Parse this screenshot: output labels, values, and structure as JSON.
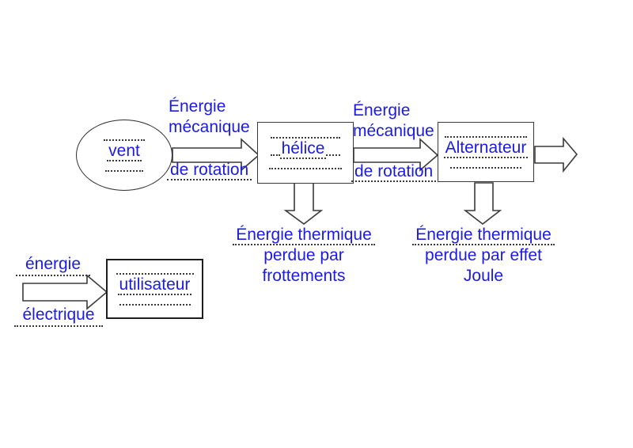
{
  "diagram_title": "energy-chain-wind-turbine",
  "colors": {
    "text_blue": "#1b1be4",
    "line_dark": "#3a3a3a"
  },
  "nodes": {
    "source": "vent",
    "converter": "hélice",
    "generator": "Alternateur",
    "user": "utilisateur"
  },
  "flow_labels": {
    "wind_to_helice": {
      "line1": "Énergie",
      "line2": "mécanique",
      "line3": "de rotation"
    },
    "helice_to_alternateur": {
      "line1": "Énergie",
      "line2": "mécanique",
      "line3": "de rotation"
    },
    "electrical_input": {
      "line1": "énergie",
      "line2": "électrique"
    }
  },
  "loss_labels": {
    "friction": {
      "line1": "Énergie thermique",
      "line2": "perdue par",
      "line3": "frottements"
    },
    "joule": {
      "line1": "Énergie thermique",
      "line2": "perdue par effet",
      "line3": "Joule"
    }
  }
}
